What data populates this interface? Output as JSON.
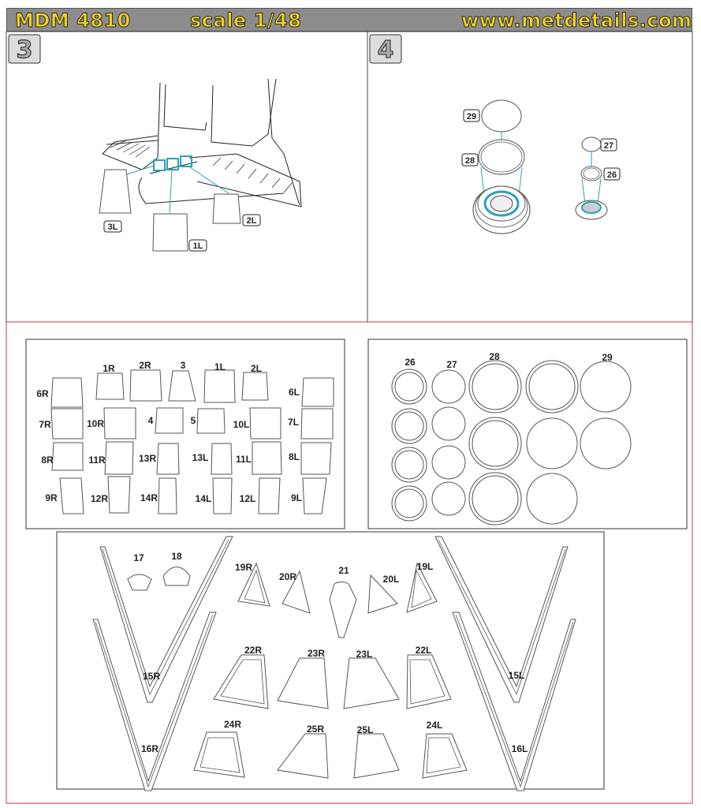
{
  "header": {
    "product_code": "MDM 4810",
    "scale": "scale 1/48",
    "website": "www.metdetails.com"
  },
  "panels": [
    {
      "step": "3",
      "callouts": [
        "3L",
        "1L",
        "2L"
      ]
    },
    {
      "step": "4",
      "callouts": [
        "29",
        "28",
        "27",
        "26"
      ]
    }
  ],
  "sheet_left": {
    "labels": [
      "1R",
      "2R",
      "3",
      "1L",
      "2L",
      "6R",
      "6L",
      "4",
      "5",
      "7R",
      "10R",
      "10L",
      "7L",
      "8R",
      "11R",
      "13R",
      "13L",
      "11L",
      "8L",
      "9R",
      "12R",
      "14R",
      "14L",
      "12L",
      "9L"
    ]
  },
  "sheet_right": {
    "labels": [
      "26",
      "27",
      "28",
      "29"
    ]
  },
  "sheet_bottom": {
    "labels": [
      "17",
      "18",
      "19R",
      "20R",
      "21",
      "20L",
      "19L",
      "15R",
      "15L",
      "16R",
      "16L",
      "22R",
      "23R",
      "23L",
      "22L",
      "24R",
      "25R",
      "25L",
      "24L"
    ]
  },
  "colors": {
    "header_bg": "#8c8c8c",
    "header_text": "#f2d21c",
    "highlight": "#2aa1b8",
    "divider": "#c0394f"
  }
}
